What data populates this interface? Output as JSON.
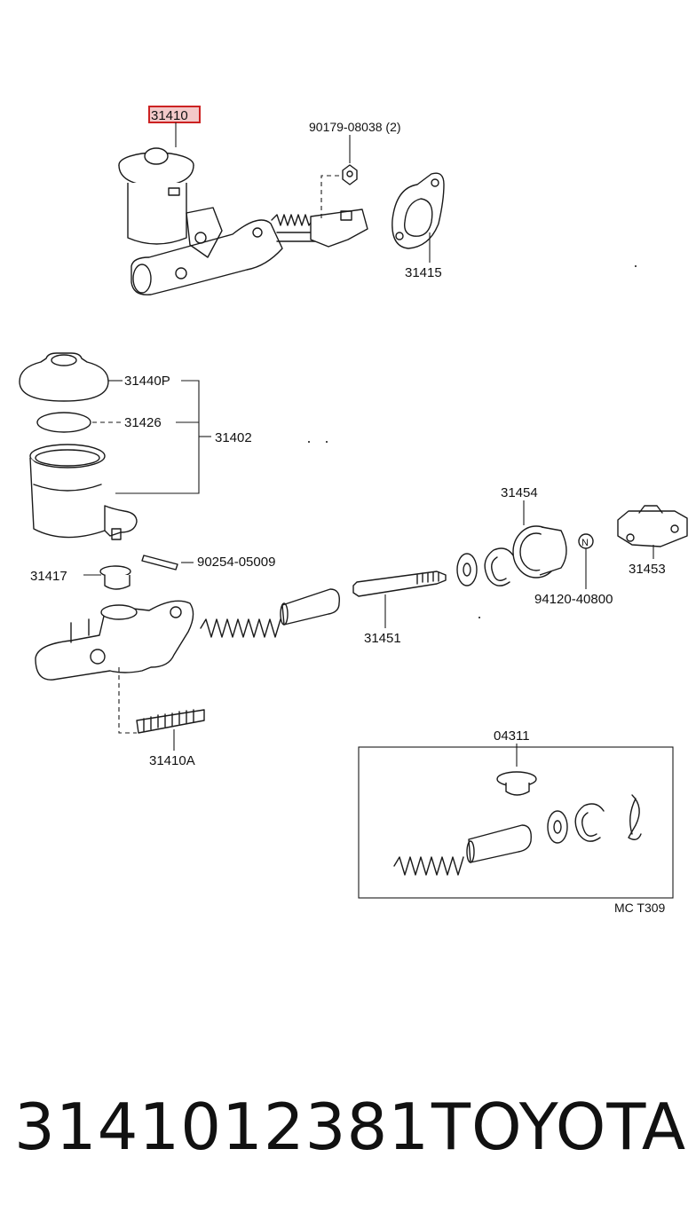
{
  "diagram": {
    "labels": {
      "assembly": "31410",
      "bolt_ref": "90179-08038 (2)",
      "gasket": "31415",
      "cap": "31440P",
      "cap_seal": "31426",
      "reservoir_set": "31402",
      "pin": "90254-05009",
      "grommet": "31417",
      "boot": "31454",
      "yoke": "31453",
      "nut_ref": "94120-40800",
      "nut_mark": "N",
      "push_rod": "31451",
      "stud": "31410A",
      "kit": "04311",
      "figure_code": "MC  T309"
    },
    "highlight_color": "#cc2222"
  },
  "footer": {
    "part_number": "3141012381",
    "brand": "TOYOTA"
  }
}
